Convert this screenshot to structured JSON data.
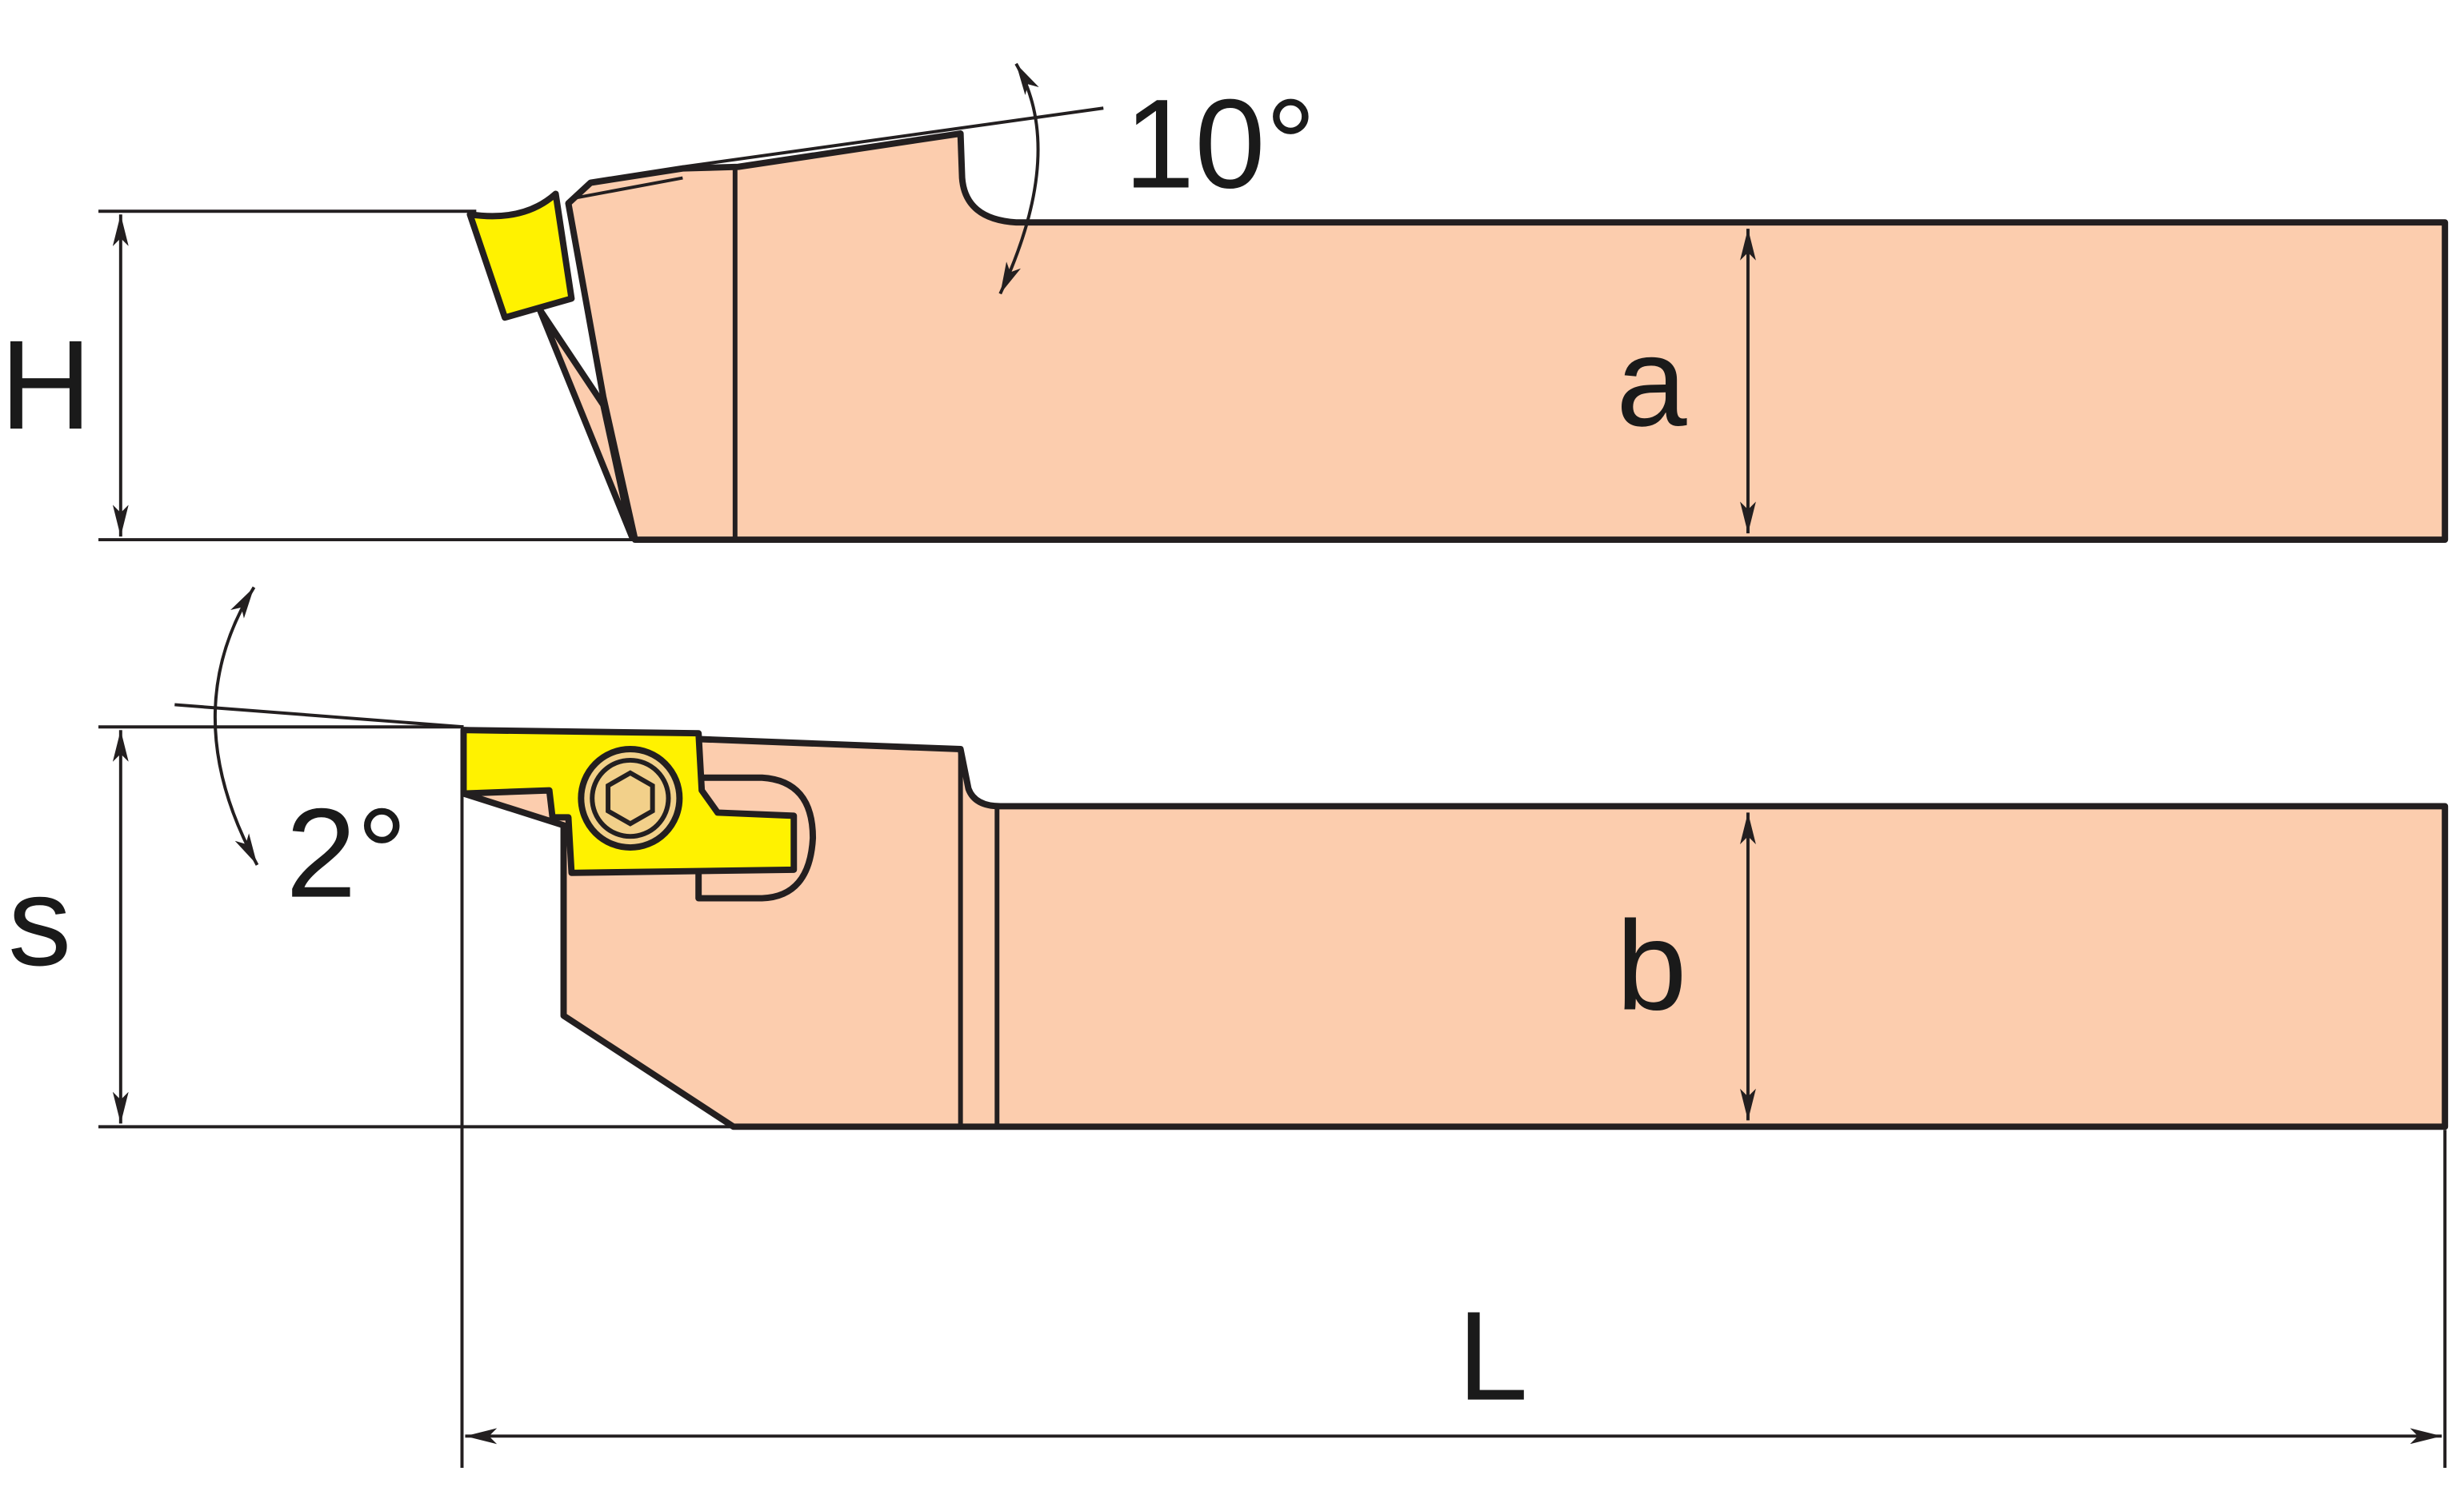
{
  "title": "Grooving tool holder dimension drawing",
  "labels": {
    "H": "H",
    "a": "a",
    "angle_top": "10°",
    "s": "s",
    "b": "b",
    "angle_side": "2°",
    "L": "L"
  },
  "colors": {
    "body": "#FCCDAE",
    "insert": "#FFF200",
    "line": "#231f20"
  }
}
